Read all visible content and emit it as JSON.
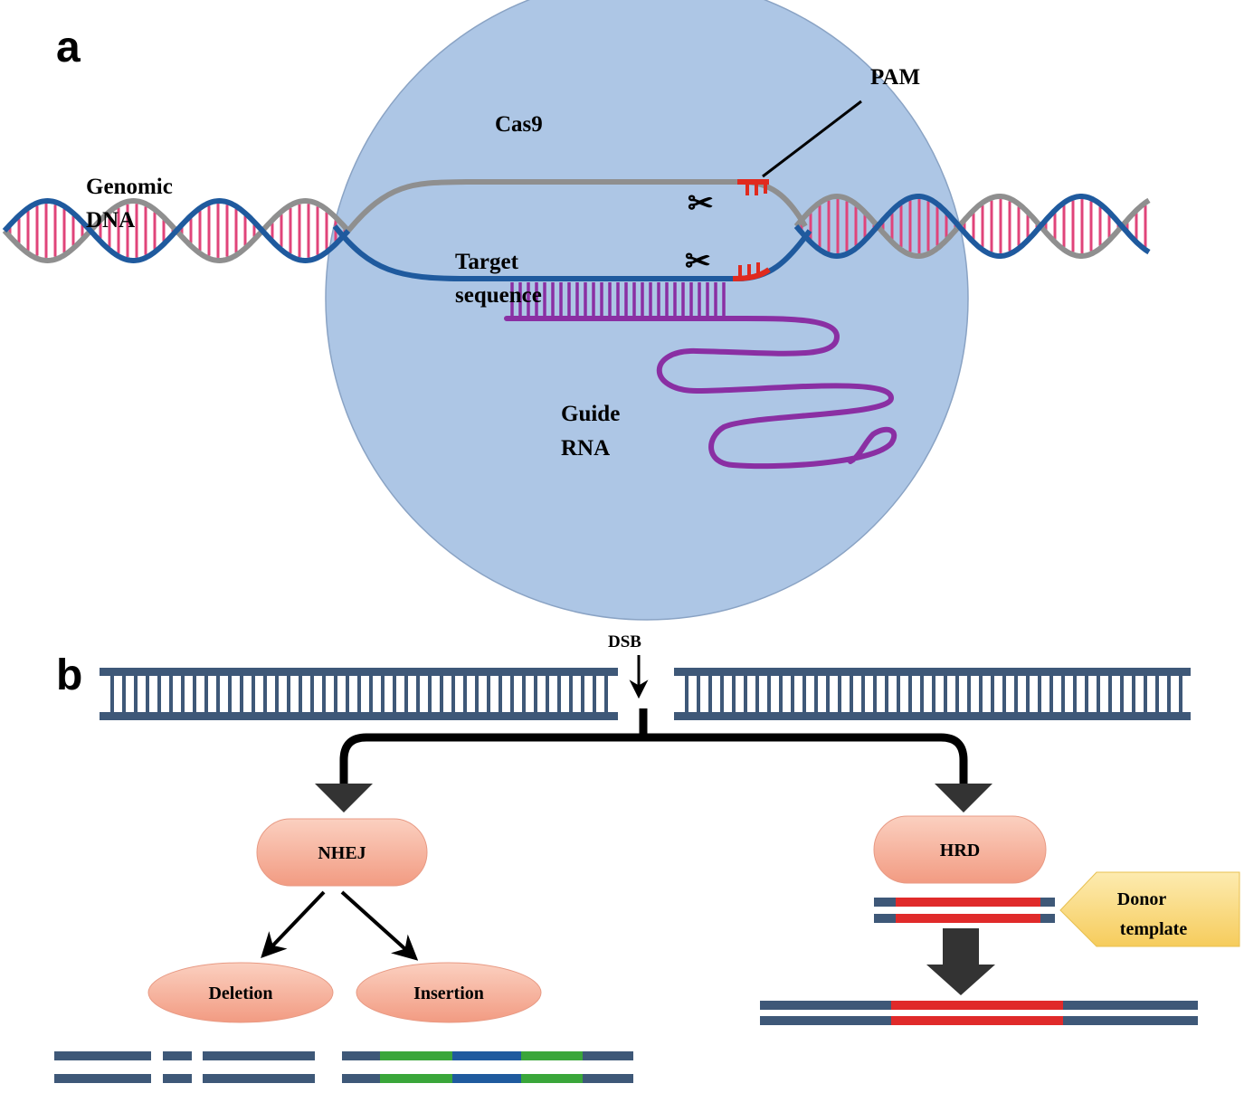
{
  "panel_a": {
    "letter": "a",
    "cas9_label": "Cas9",
    "pam_label": "PAM",
    "genomic_dna_line1": "Genomic",
    "genomic_dna_line2": "DNA",
    "target_line1": "Target",
    "target_line2": "sequence",
    "guide_line1": "Guide",
    "guide_line2": "RNA"
  },
  "panel_b": {
    "letter": "b",
    "dsb_label": "DSB",
    "nhej_label": "NHEJ",
    "hrd_label": "HRD",
    "deletion_label": "Deletion",
    "insertion_label": "Insertion",
    "donor_line1": "Donor",
    "donor_line2": "template"
  },
  "colors": {
    "cas9_fill": "#adc6e5",
    "strand_blue": "#1f5a9e",
    "strand_gray": "#8f8f8f",
    "base_pink": "#e0447a",
    "pam_red": "#e02a1e",
    "guide_purple": "#8a2fa3",
    "dna_slate": "#3e5878",
    "oval_fill": "#f7b09a",
    "insert_green": "#3aa63a",
    "donor_red": "#e02a2a",
    "donor_box": "#fad776",
    "arrow_dark": "#333333"
  }
}
